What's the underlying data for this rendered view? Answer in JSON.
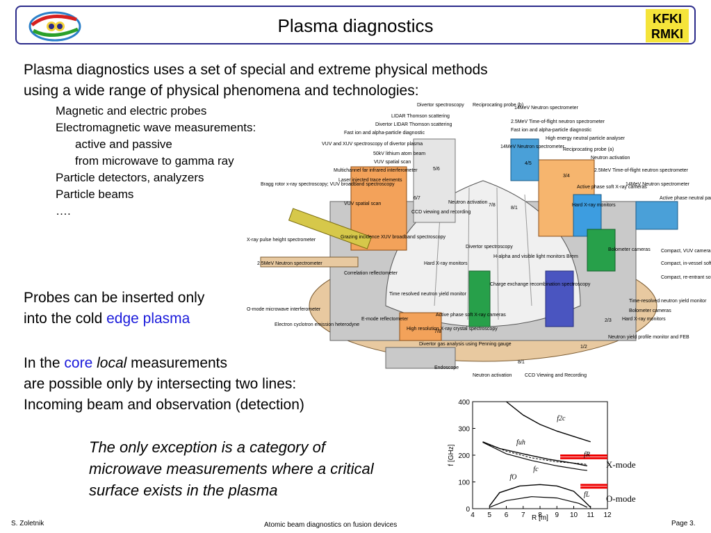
{
  "header": {
    "title": "Plasma diagnostics"
  },
  "intro": {
    "line1": "Plasma diagnostics uses a set of special and extreme physical methods",
    "line2": "using a wide range of physical phenomena and technologies:"
  },
  "methods": {
    "items": [
      "Magnetic and electric probes",
      "Electromagnetic wave measurements:"
    ],
    "sub": [
      "active and passive",
      "from microwave to gamma ray"
    ],
    "items2": [
      "Particle detectors, analyzers",
      "Particle beams",
      "…."
    ]
  },
  "probes": {
    "line1": "Probes can be inserted only",
    "line2_pre": "into the cold ",
    "line2_hl": "edge plasma"
  },
  "core": {
    "pre": "In the ",
    "core": "core",
    "local": "local",
    "post": " measurements",
    "line2": "are possible only by intersecting two lines:",
    "line3": "Incoming beam and observation (detection)"
  },
  "exception": {
    "line1": "The only exception is a category of",
    "line2": "microwave measurements where a critical",
    "line3": "surface exists in the plasma"
  },
  "tokamak_labels": [
    "Divertor spectroscopy",
    "Reciprocating probe (b)",
    "14MeV Neutron spectrometer",
    "LIDAR Thomson scattering",
    "2.5MeV Time-of-flight neutron spectrometer",
    "Divertor LIDAR Thomson scattering",
    "Fast ion and alpha-particle diagnostic",
    "Fast ion and alpha-particle diagnostic",
    "High energy neutral particle analyser",
    "VUV and XUV spectroscopy of divertor plasma",
    "14MeV Neutron spectrometer",
    "Reciprocating probe (a)",
    "50kV lithium atom beam",
    "Neutron activation",
    "VUV spatial scan",
    "Multichannel far infrared interferometer",
    "5/6",
    "4/5",
    "2.5MeV Time-of-flight neutron spectrometer",
    "Laser injected trace elements",
    "3/4",
    "Bragg rotor x-ray spectroscopy; VUV broadband spectroscopy",
    "6/7",
    "Active phase soft X-ray cameras",
    "14MeV Neutron spectrometer",
    "Active phase neutral particle analyser",
    "VUV spatial scan",
    "Neutron activation",
    "7/8",
    "8/1",
    "Hard X-ray monitors",
    "CCD viewing and recording",
    "Grazing incidence XUV broadband spectroscopy",
    "X-ray pulse height spectrometer",
    "Divertor spectroscopy",
    "H-alpha and visible light monitors Brem",
    "Bolometer cameras",
    "Compact, VUV camera",
    "2.5MeV Neutron spectrometer",
    "Hard X-ray monitors",
    "Compact, in-vessel soft x-ray camera",
    "Compact, re-entrant soft x-ray camera",
    "Correlation reflectometer",
    "Charge exchange recombination spectroscopy",
    "Time resolved neutron yield monitor",
    "Time-resolved neutron yield monitor",
    "O-mode microwave interferometer",
    "Active phase soft X-ray cameras",
    "Bolometer cameras",
    "E-mode reflectometer",
    "2/3",
    "Hard X-ray monitors",
    "Electron cyclotron emission heterodyne",
    "High resolution X-ray crystal spectroscopy",
    "7/8",
    "Neutron yield profile monitor and FEB",
    "Divertor gas analysis using Penning gauge",
    "1/2",
    "8/1",
    "Endoscope",
    "Neutron activation",
    "CCD Viewing and Recording"
  ],
  "mini_chart": {
    "y_ticks": [
      "0",
      "100",
      "200",
      "300",
      "400"
    ],
    "x_ticks": [
      "4",
      "5",
      "6",
      "7",
      "8",
      "9",
      "10",
      "11",
      "12"
    ],
    "ylabel": "f [GHz]",
    "xlabel": "R [m]",
    "curves": [
      "f2c",
      "fuh",
      "fR",
      "fc",
      "fO",
      "fL"
    ],
    "x_mode": "X-mode",
    "o_mode": "O-mode"
  },
  "footer": {
    "author": "S. Zoletnik",
    "center": "Atomic beam diagnostics on fusion devices",
    "page": "Page  3."
  }
}
